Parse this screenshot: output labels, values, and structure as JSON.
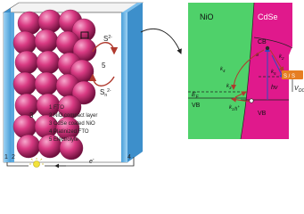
{
  "cell": {
    "legend": [
      "1 FTO",
      "2 NiO compact layer",
      "3 CdSe coated NiO",
      "4 Platinized FTO",
      "5 Electrolyte"
    ],
    "sphere_label": "3",
    "electrolyte_label": "5",
    "redox_top": "S",
    "redox_top_sup": "2-",
    "redox_bottom": "S",
    "redox_bottom_sub": "n",
    "redox_bottom_sup": "2-",
    "bottom_labels": {
      "one": "1",
      "two": "2",
      "four": "4"
    },
    "electron_label": "e",
    "electron_sup": "-"
  },
  "band": {
    "nio_label": "NiO",
    "cdse_label": "CdSe",
    "cb_label": "CB",
    "vb_left_label": "VB",
    "vb_right_label": "VB",
    "ef_label": "E",
    "ef_sub": "F",
    "hv_label": "hν",
    "voc_label": "V",
    "voc_sub": "OC",
    "k1": "k",
    "k1_sub": "1",
    "k2": "k",
    "k2_sub": "2",
    "k3": "k",
    "k3_sub": "3",
    "k4": "k",
    "k4_sub": "4",
    "k5": "k",
    "k5_sub": "5",
    "e_label": "e",
    "e_sup": "-",
    "h_label": "h",
    "h_sup": "+",
    "redox_pair": "S / S"
  },
  "colors": {
    "fto": "#6fb7e8",
    "nio": "#4fd16a",
    "cdse": "#e0198c",
    "sphere": "#d93a83",
    "sun": "#f2e23a",
    "arrow_red": "#c0392b",
    "redox_orange": "#e67e22"
  }
}
